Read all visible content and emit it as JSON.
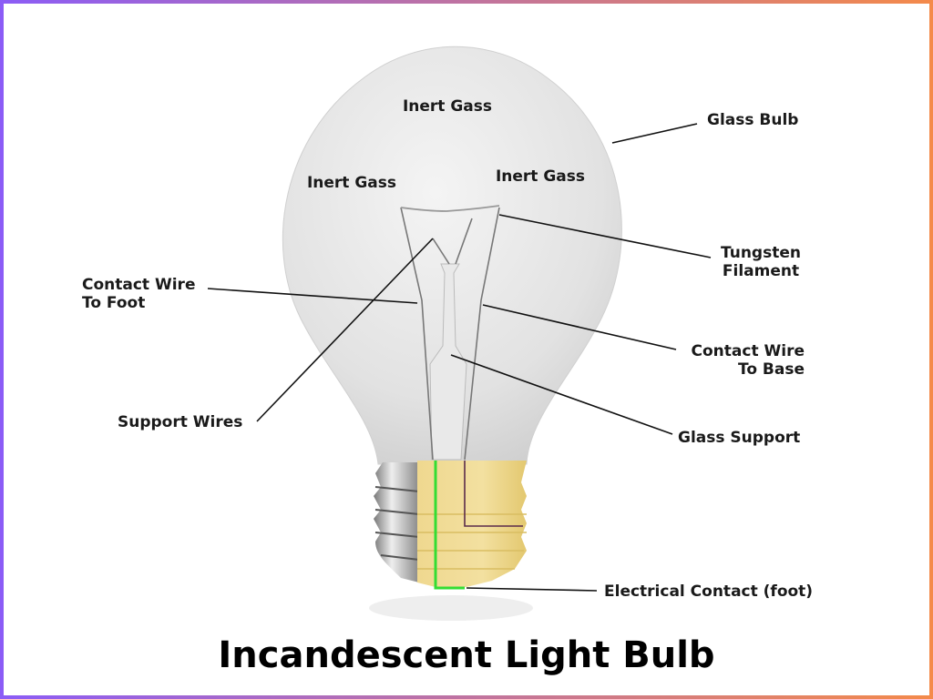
{
  "title": "Incandescent Light Bulb",
  "labels": {
    "inert_gas_top": "Inert Gass",
    "inert_gas_left": "Inert Gass",
    "inert_gas_right": "Inert Gass",
    "glass_bulb": "Glass Bulb",
    "tungsten_filament": [
      "Tungsten",
      "Filament"
    ],
    "contact_wire_foot": [
      "Contact Wire",
      "To Foot"
    ],
    "contact_wire_base": [
      "Contact Wire",
      "To Base"
    ],
    "support_wires": "Support Wires",
    "glass_support": "Glass Support",
    "electrical_contact": "Electrical Contact (foot)"
  },
  "colors": {
    "border_start": "#8b5cf6",
    "border_end": "#f48a4a",
    "base_gold": "#ecd58a",
    "contact_wire_foot": "#33dd33",
    "contact_wire_base": "#5a2a4a"
  }
}
